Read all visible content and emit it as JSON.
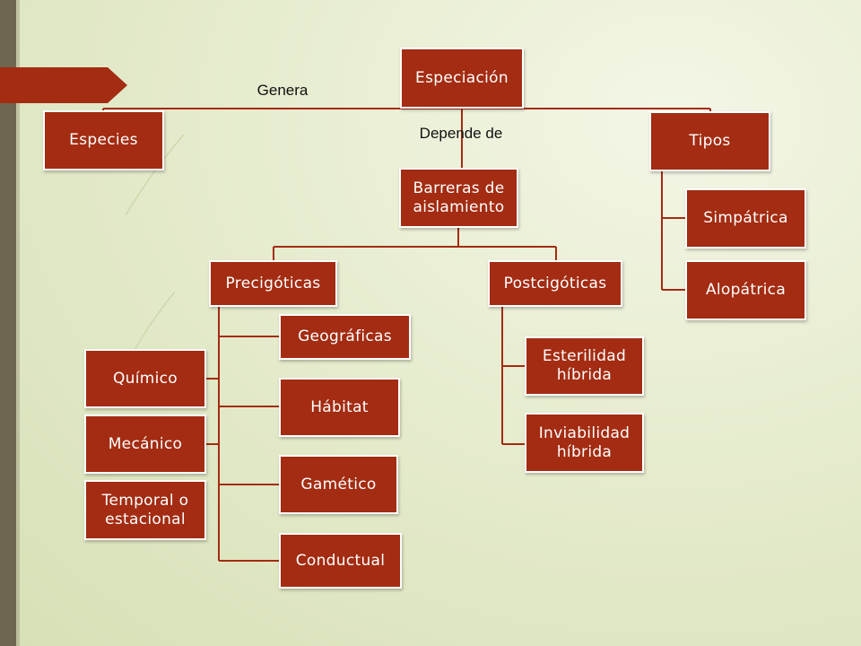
{
  "diagram": {
    "root": "Especiación",
    "left_node": "Especies",
    "right_node": "Tipos",
    "label_genera": "Genera",
    "label_depende": "Depende de",
    "barreras": "Barreras de aislamiento",
    "precigoticas": "Precigóticas",
    "postcigoticas": "Postcigóticas",
    "pre_children": [
      "Geográficas",
      "Hábitat",
      "Gamético",
      "Conductual"
    ],
    "pre_left_children": [
      "Químico",
      "Mecánico",
      "Temporal o estacional"
    ],
    "post_children": [
      "Esterilidad híbrida",
      "Inviabilidad híbrida"
    ],
    "tipos_children": [
      "Simpátrica",
      "Alopátrica"
    ],
    "colors": {
      "node": "#a32c12",
      "accent_bar": "#6e6750",
      "background": "#e6ecce"
    }
  }
}
